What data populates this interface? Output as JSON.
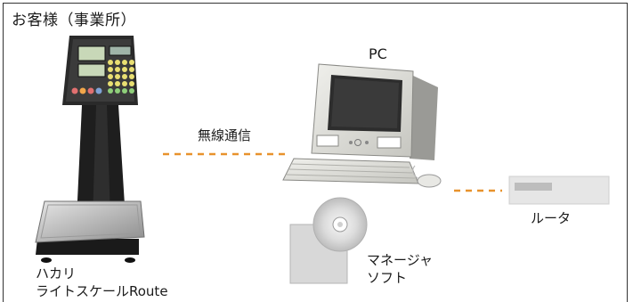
{
  "diagram": {
    "title": "お客様（事業所）",
    "scale_label_line1": "ハカリ",
    "scale_label_line2": "ライトスケールRoute",
    "wireless_label": "無線通信",
    "pc_label": "PC",
    "router_label": "ルータ",
    "software_label_line1": "マネージャ",
    "software_label_line2": "ソフト"
  },
  "colors": {
    "frame": "#333333",
    "connection": "#e8922c",
    "scale_body": "#1e1e1e",
    "monitor": "#d6d6d4",
    "router": "#e6e6e6"
  }
}
